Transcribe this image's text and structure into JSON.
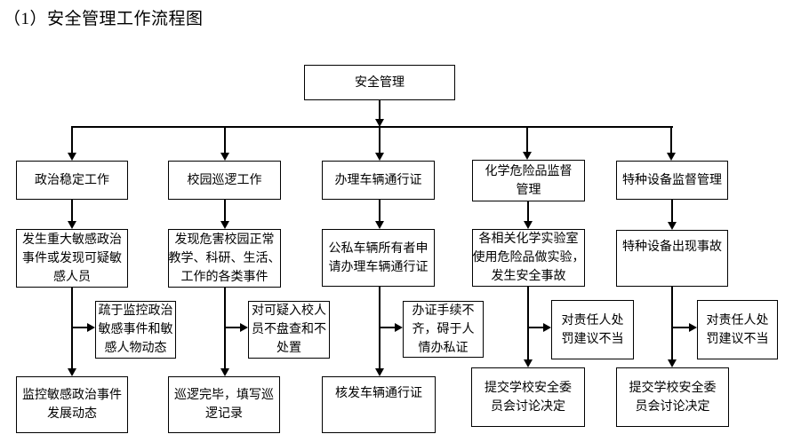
{
  "title": "（1）安全管理工作流程图",
  "colors": {
    "line": "#000000",
    "text": "#000000",
    "background": "#ffffff"
  },
  "flowchart": {
    "root": "安全管理",
    "branches": [
      {
        "header": "政治稳定工作",
        "event": "发生重大敏感政治\n事件或发现可疑敏\n感人员",
        "issue": "疏于监控政治\n敏感事件和敏\n感人物动态",
        "outcome": "监控敏感政治事件\n发展动态"
      },
      {
        "header": "校园巡逻工作",
        "event": "发现危害校园正常\n教学、科研、生活、\n工作的各类事件",
        "issue": "对可疑入校人\n员不盘查和不\n处置",
        "outcome": "巡逻完毕，填写巡\n逻记录"
      },
      {
        "header": "办理车辆通行证",
        "event": "公私车辆所有者申\n请办理车辆通行证",
        "issue": "办证手续不\n齐，碍于人\n情办私证",
        "outcome": "核发车辆通行证"
      },
      {
        "header": "化学危险品监督\n管理",
        "event": "各相关化学实验室\n使用危险品做实验，\n发生安全事故",
        "issue": "对责任人处\n罚建议不当",
        "outcome": "提交学校安全委\n员会讨论决定"
      },
      {
        "header": "特种设备监督管理",
        "event": "特种设备出现事故",
        "issue": "对责任人处\n罚建议不当",
        "outcome": "提交学校安全委\n员会讨论决定"
      }
    ]
  }
}
